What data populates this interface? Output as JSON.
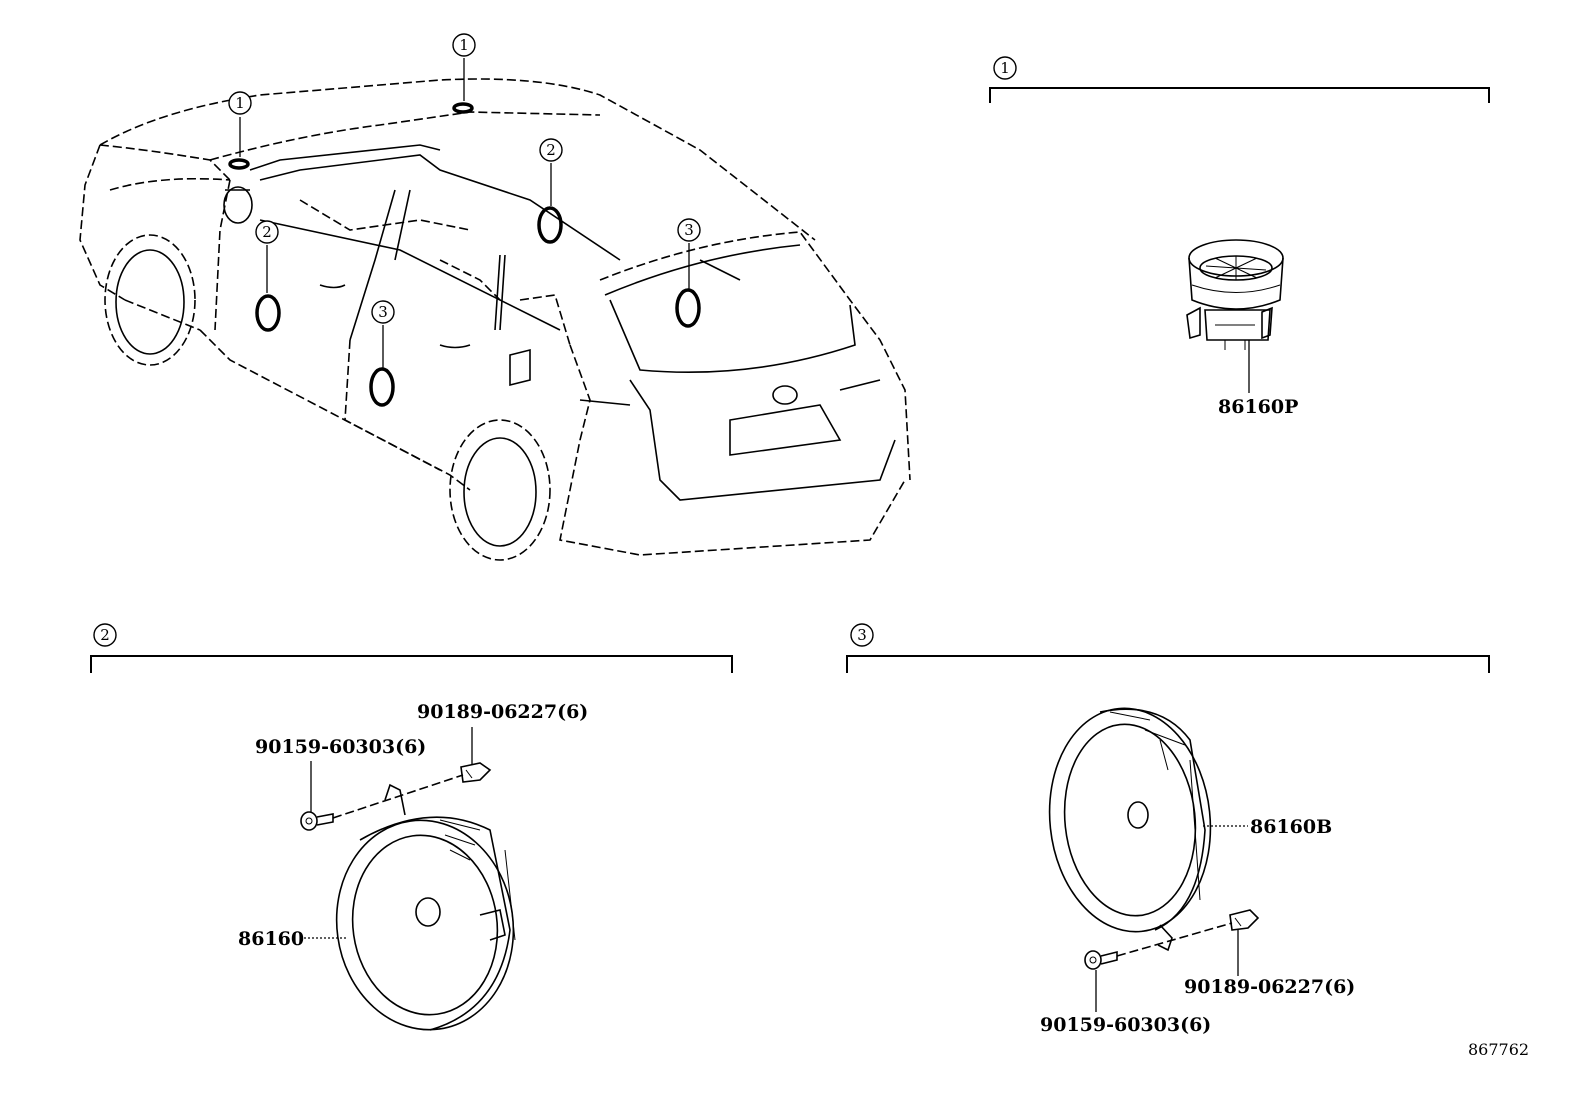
{
  "callout_numbers": [
    "1",
    "2",
    "3"
  ],
  "sections": [
    {
      "number": "1",
      "parts": [
        "86160P"
      ]
    },
    {
      "number": "2",
      "parts": [
        "86160",
        "90159-60303(6)",
        "90189-06227(6)"
      ]
    },
    {
      "number": "3",
      "parts": [
        "86160B",
        "90159-60303(6)",
        "90189-06227(6)"
      ]
    }
  ],
  "diagram_id": "867762"
}
